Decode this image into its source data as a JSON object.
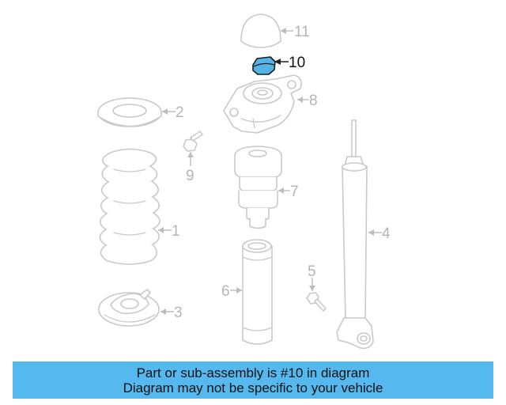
{
  "diagram": {
    "callouts": {
      "c1": "1",
      "c2": "2",
      "c3": "3",
      "c4": "4",
      "c5": "5",
      "c6": "6",
      "c7": "7",
      "c8": "8",
      "c9": "9",
      "c10": "10",
      "c11": "11"
    },
    "highlighted_part": "10",
    "highlight_color": "#55b4e6",
    "line_color": "#c9c9c9"
  },
  "banner": {
    "line1": "Part or sub-assembly is #10 in diagram",
    "line2": "Diagram may not be specific to your vehicle",
    "background": "#55b8ee"
  }
}
